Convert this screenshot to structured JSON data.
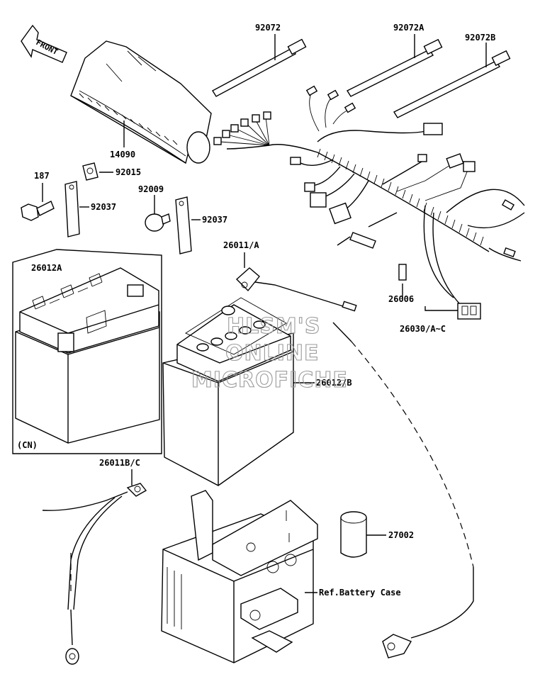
{
  "diagram": {
    "front_arrow_label": "FRONT",
    "labels": {
      "p92072": "92072",
      "p92072A": "92072A",
      "p92072B": "92072B",
      "p14090": "14090",
      "p187": "187",
      "p92015": "92015",
      "p92009": "92009",
      "p92037_left": "92037",
      "p92037_right": "92037",
      "p26011A": "26011/A",
      "p26012A": "26012A",
      "p26006": "26006",
      "p26030": "26030/A~C",
      "p26012B": "26012/B",
      "cn": "(CN)",
      "p26011BC": "26011B/C",
      "p27002": "27002",
      "ref_battery_case": "Ref.Battery Case"
    },
    "watermark": [
      "HLSM'S",
      "ONLINE",
      "MICROFICHE"
    ]
  }
}
